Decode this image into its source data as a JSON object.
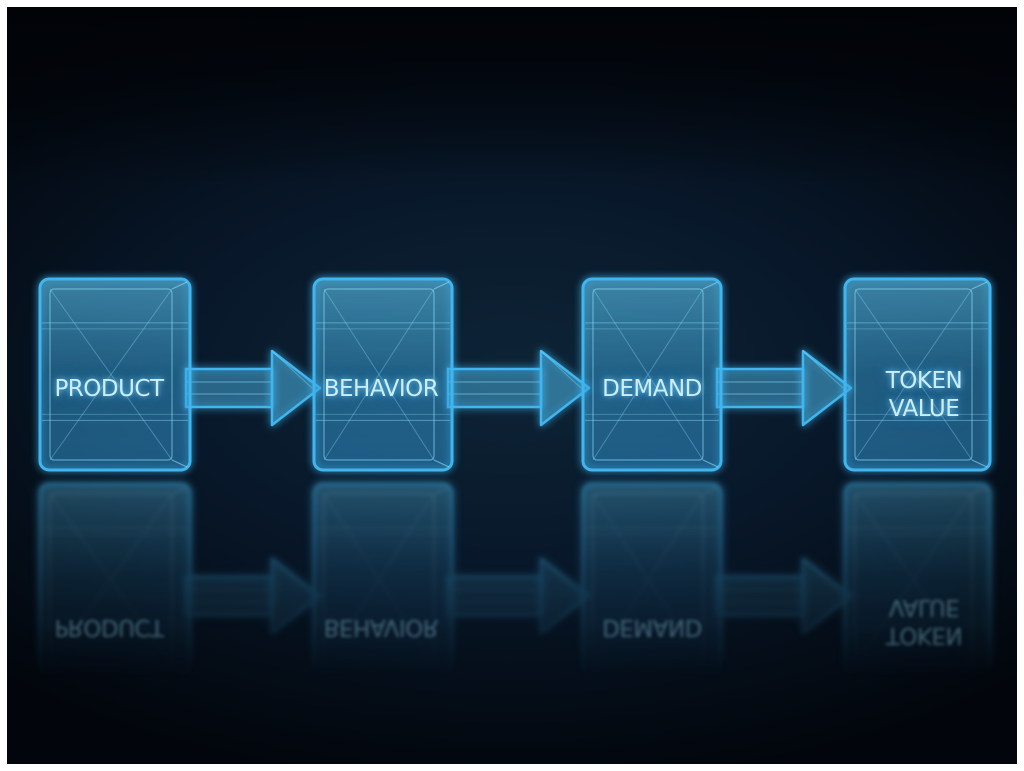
{
  "diagram": {
    "type": "flow",
    "nodes": [
      {
        "id": "product",
        "lines": [
          "PRODUCT"
        ]
      },
      {
        "id": "behavior",
        "lines": [
          "BEHAVIOR"
        ]
      },
      {
        "id": "demand",
        "lines": [
          "DEMAND"
        ]
      },
      {
        "id": "token-value",
        "lines": [
          "TOKEN",
          "VALUE"
        ]
      }
    ],
    "edges": [
      {
        "from": "product",
        "to": "behavior"
      },
      {
        "from": "behavior",
        "to": "demand"
      },
      {
        "from": "demand",
        "to": "token-value"
      }
    ],
    "colors": {
      "glow": "#3fb6f0",
      "edge": "#8fe0ff",
      "text": "#cbeef8"
    }
  }
}
